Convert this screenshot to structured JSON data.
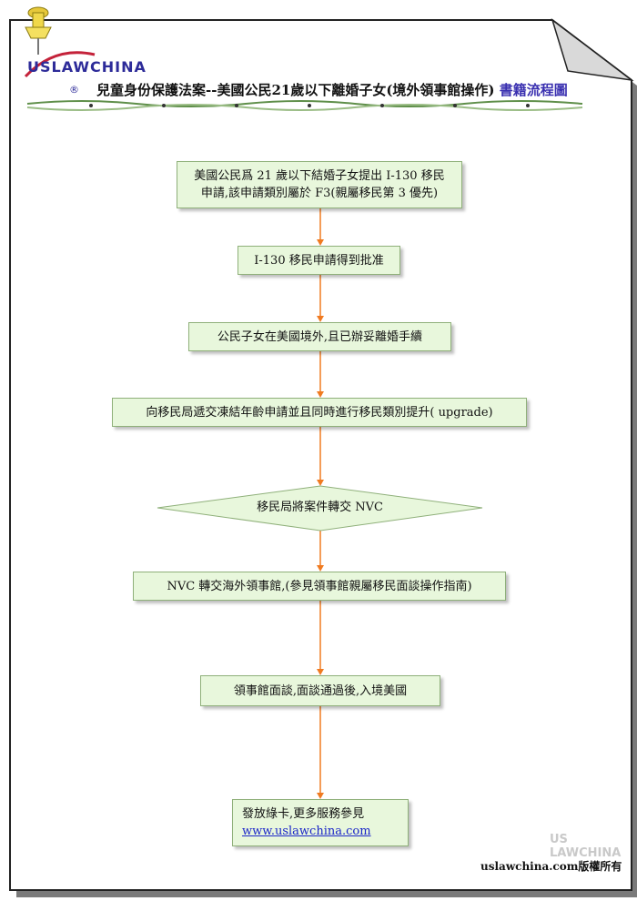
{
  "header": {
    "title_main": "兒童身份保護法案--美國公民21歲以下離婚子女(境外領事館操作)",
    "title_accent": "書籍流程圖"
  },
  "logo": {
    "text": "USLAWCHINA",
    "registered": "®"
  },
  "watermark": "US LAWCHINA",
  "steps": [
    {
      "id": "s1",
      "lines": [
        "美國公民爲 21 歲以下結婚子女提出 I-130 移民",
        "申請,該申請類別屬於 F3(親屬移民第 3 優先)"
      ]
    },
    {
      "id": "s2",
      "lines": [
        "I-130 移民申請得到批准"
      ]
    },
    {
      "id": "s3",
      "lines": [
        "公民子女在美國境外,且已辦妥離婚手續"
      ]
    },
    {
      "id": "s4",
      "lines": [
        "向移民局遞交凍結年齡申請並且同時進行移民類別提升( upgrade)"
      ]
    },
    {
      "id": "s5",
      "lines": [
        "移民局將案件轉交 NVC"
      ]
    },
    {
      "id": "s6",
      "lines": [
        "NVC 轉交海外領事館,(參見領事館親屬移民面談操作指南)"
      ]
    },
    {
      "id": "s7",
      "lines": [
        "領事館面談,面談通過後,入境美國"
      ]
    },
    {
      "id": "s8",
      "lines": [
        "發放綠卡,更多服務參見"
      ],
      "link": "www.uslawchina.com"
    }
  ],
  "copyright": "uslawchina.com版權所有",
  "colors": {
    "box_fill": "#e8f7dc",
    "box_border": "#8fb07a",
    "arrow": "#f07a20",
    "link": "#1a25c8"
  }
}
